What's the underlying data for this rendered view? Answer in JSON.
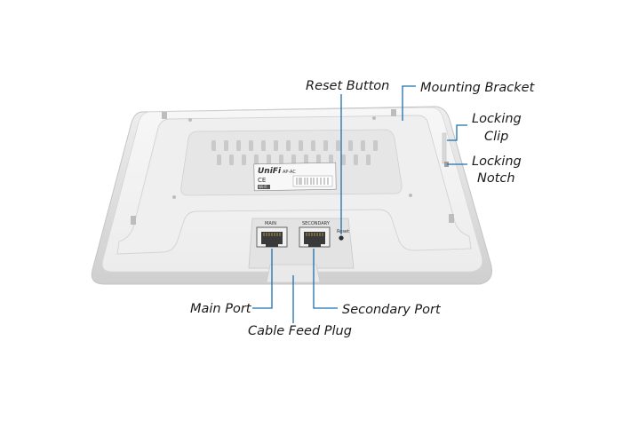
{
  "callouts": {
    "reset_button": "Reset Button",
    "mounting_bracket": "Mounting Bracket",
    "locking_clip": [
      "Locking",
      "Clip"
    ],
    "locking_notch": [
      "Locking",
      "Notch"
    ],
    "main_port": "Main Port",
    "secondary_port": "Secondary Port",
    "cable_feed_plug": "Cable Feed Plug"
  },
  "device_label": {
    "brand": "UniFi",
    "model": "AP-AC",
    "ce_mark": "CE",
    "wifi_badge": "Wi-Fi"
  },
  "port_labels": {
    "main": "MAIN",
    "secondary": "SECONDARY",
    "reset": "Reset"
  },
  "colors": {
    "leader_line": "#1b6fae",
    "device_body": "#f3f3f3",
    "device_edge": "#d2d2d2",
    "recess": "#e4e4e4"
  }
}
